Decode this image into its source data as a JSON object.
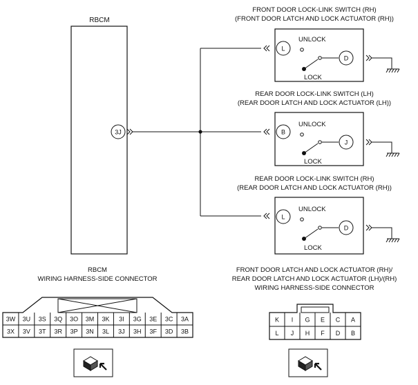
{
  "rbcm": {
    "title": "RBCM",
    "terminal": "3J"
  },
  "switches": [
    {
      "title1": "FRONT DOOR LOCK-LINK SWITCH (RH)",
      "title2": "(FRONT DOOR LATCH AND LOCK ACTUATOR (RH))",
      "in_pin": "L",
      "out_pin": "D",
      "unlock": "UNLOCK",
      "lock": "LOCK"
    },
    {
      "title1": "REAR DOOR LOCK-LINK SWITCH (LH)",
      "title2": "(REAR DOOR LATCH AND LOCK ACTUATOR (LH))",
      "in_pin": "B",
      "out_pin": "J",
      "unlock": "UNLOCK",
      "lock": "LOCK"
    },
    {
      "title1": "REAR DOOR LOCK-LINK SWITCH (RH)",
      "title2": "(REAR DOOR LATCH AND LOCK ACTUATOR (RH))",
      "in_pin": "L",
      "out_pin": "D",
      "unlock": "UNLOCK",
      "lock": "LOCK"
    }
  ],
  "rbcm_connector": {
    "title1": "RBCM",
    "title2": "WIRING HARNESS-SIDE CONNECTOR",
    "row1": [
      "3W",
      "3U",
      "3S",
      "3Q",
      "3O",
      "3M",
      "3K",
      "3I",
      "3G",
      "3E",
      "3C",
      "3A"
    ],
    "row2": [
      "3X",
      "3V",
      "3T",
      "3R",
      "3P",
      "3N",
      "3L",
      "3J",
      "3H",
      "3F",
      "3D",
      "3B"
    ]
  },
  "actuator_connector": {
    "title1": "FRONT DOOR LATCH AND LOCK ACTUATOR (RH)/",
    "title2": "REAR DOOR LATCH AND LOCK ACTUATOR (LH)/(RH)",
    "title3": "WIRING HARNESS-SIDE CONNECTOR",
    "row1": [
      "K",
      "I",
      "G",
      "E",
      "C",
      "A"
    ],
    "row2": [
      "L",
      "J",
      "H",
      "F",
      "D",
      "B"
    ]
  }
}
